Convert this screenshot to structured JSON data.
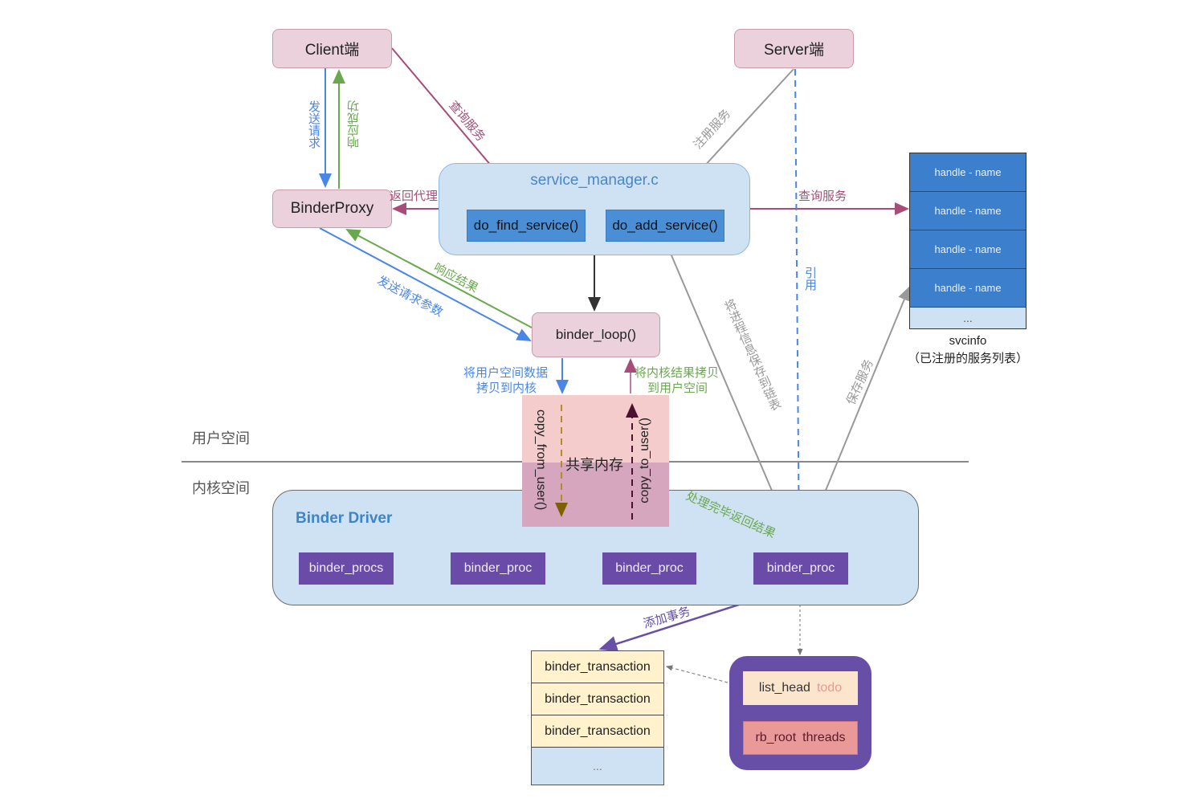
{
  "nodes": {
    "client": "Client端",
    "server": "Server端",
    "binder_proxy": "BinderProxy",
    "service_manager": "service_manager.c",
    "do_find_service": "do_find_service()",
    "do_add_service": "do_add_service()",
    "binder_loop": "binder_loop()",
    "shared_memory": "共享内存",
    "copy_from_user": "copy_from_user()",
    "copy_to_user": "copy_to_user()",
    "binder_driver": "Binder Driver",
    "procs": [
      "binder_procs",
      "binder_proc",
      "binder_proc",
      "binder_proc"
    ],
    "list_head": "list_head",
    "todo": "todo",
    "rb_root": "rb_root",
    "threads": "threads"
  },
  "svcinfo": {
    "rows": [
      "handle - name",
      "handle - name",
      "handle - name",
      "handle - name"
    ],
    "more": "...",
    "caption_line1": "svcinfo",
    "caption_line2": "（已注册的服务列表）"
  },
  "transactions": {
    "rows": [
      "binder_transaction",
      "binder_transaction",
      "binder_transaction"
    ],
    "more": "..."
  },
  "regions": {
    "user_space": "用户空间",
    "kernel_space": "内核空间"
  },
  "edge_labels": {
    "send_request": "发送请求",
    "response_success": "响应成功",
    "query_service_client": "查询服务",
    "register_service": "注册服务",
    "return_proxy": "返回代理",
    "query_service_svcinfo": "查询服务",
    "response_result": "响应结果",
    "send_request_params": "发送请求参数",
    "reference": "引用",
    "save_process_info": "将进程信息保存到链表",
    "save_service": "保存服务",
    "copy_user_to_kernel_1": "将用户空间数据",
    "copy_user_to_kernel_2": "拷贝到内核",
    "copy_kernel_to_user_1": "将内核结果拷贝",
    "copy_kernel_to_user_2": "到用户空间",
    "process_done_return": "处理完毕返回结果",
    "add_transaction": "添加事务"
  },
  "colors": {
    "blue_arrow": "#4a86e8",
    "green_arrow": "#6aa84f",
    "maroon_arrow": "#a64d79",
    "gray_arrow": "#999999",
    "purple_arrow": "#674ea7",
    "node_pink": "#ead1dc",
    "container_blue": "#cfe2f3",
    "fn_blue": "#4a8fd6",
    "proc_purple": "#6a4ba8"
  }
}
